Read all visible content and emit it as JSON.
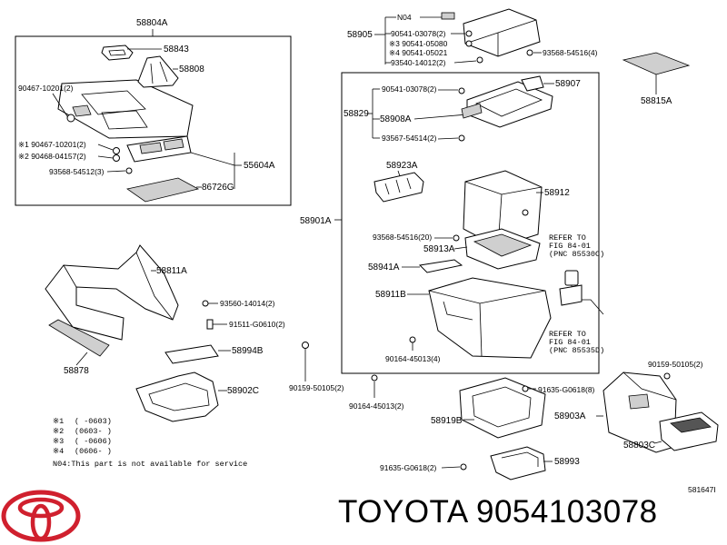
{
  "labels": {
    "p58804A": "58804A",
    "p58843": "58843",
    "p58808": "58808",
    "p90467_10201": "90467-10201(2)",
    "star1_90467": "※1 90467-10201(2)",
    "star2_90468": "※2 90468-04157(2)",
    "p55604A": "55604A",
    "p93568_54512": "93568-54512(3)",
    "p86726G": "86726G",
    "n04": "N04",
    "p58905": "58905",
    "p90541_03078_top": "90541-03078(2)",
    "star3_90541_05080": "※3 90541-05080",
    "star4_90541_05021": "※4 90541-05021",
    "p93540_14012": "93540-14012(2)",
    "p93568_54516_4": "93568-54516(4)",
    "p58815A": "58815A",
    "p90541_03078_mid": "90541-03078(2)",
    "p58907": "58907",
    "p58829": "58829",
    "p58908A": "58908A",
    "p93567_54514": "93567-54514(2)",
    "p58923A": "58923A",
    "p58912": "58912",
    "p58901A": "58901A",
    "p93568_54516_20": "93568-54516(20)",
    "p58913A": "58913A",
    "refer1": [
      "REFER TO",
      "FIG 84-01",
      "(PNC 85530C)"
    ],
    "p58941A": "58941A",
    "p58911B": "58911B",
    "refer2": [
      "REFER TO",
      "FIG 84-01",
      "(PNC 85535D)"
    ],
    "p90164_45013_4": "90164-45013(4)",
    "p58811A": "58811A",
    "p93560_14014": "93560-14014(2)",
    "p91511_G0610": "91511-G0610(2)",
    "p58994B": "58994B",
    "p58878": "58878",
    "p58902C": "58902C",
    "p90159_50105_left": "90159-50105(2)",
    "p90164_45013_2": "90164-45013(2)",
    "p90159_50105_right": "90159-50105(2)",
    "p91635_G0618_8": "91635-G0618(8)",
    "p58919B": "58919B",
    "p58903A": "58903A",
    "p58803C": "58803C",
    "p91635_G0618_2": "91635-G0618(2)",
    "p58993": "58993",
    "diagram_id": "581647I"
  },
  "notes": [
    {
      "mark": "※1",
      "range": "(      -0603)"
    },
    {
      "mark": "※2",
      "range": "(0603-      )"
    },
    {
      "mark": "※3",
      "range": "(      -0606)"
    },
    {
      "mark": "※4",
      "range": "(0606-      )"
    }
  ],
  "footnote": "N04:This part is not available for service",
  "brand": {
    "name": "TOYOTA",
    "part_number": "9054103078",
    "logo_color": "#d0202e"
  }
}
